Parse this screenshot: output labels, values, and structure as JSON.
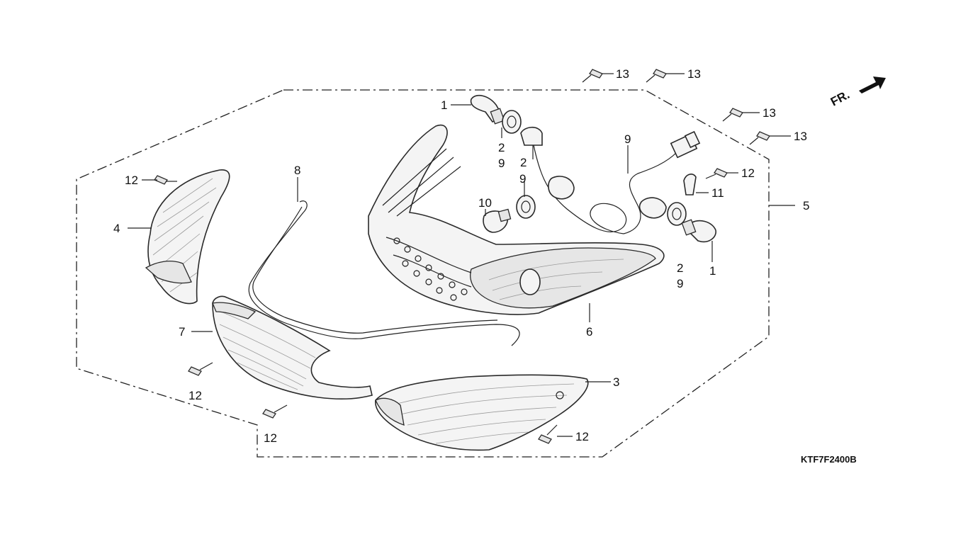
{
  "callouts": {
    "c1a": "1",
    "c1b": "1",
    "c2a": "2",
    "c2b": "2",
    "c2c": "2",
    "c3": "3",
    "c4": "4",
    "c5": "5",
    "c6": "6",
    "c7": "7",
    "c8": "8",
    "c9a": "9",
    "c9b": "9",
    "c9c": "9",
    "c9d": "9",
    "c10": "10",
    "c11": "11",
    "c12a": "12",
    "c12b": "12",
    "c12c": "12",
    "c12d": "12",
    "c12e": "12",
    "c13a": "13",
    "c13b": "13",
    "c13c": "13",
    "c13d": "13"
  },
  "direction_label": "FR.",
  "diagram_code": "KTF7F2400B"
}
